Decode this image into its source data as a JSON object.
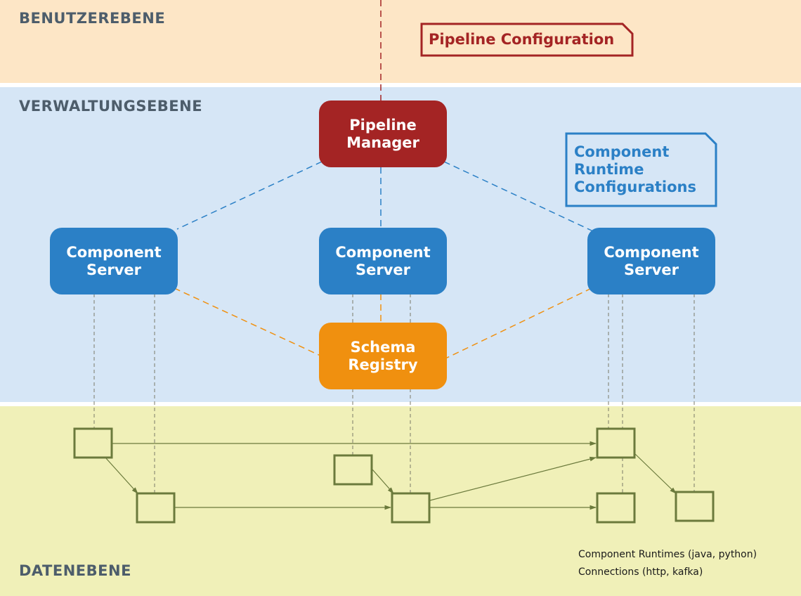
{
  "layers": {
    "user": "BENUTZEREBENE",
    "admin": "VERWALTUNGSEBENE",
    "data": "DATENEBENE"
  },
  "nodes": {
    "pipeline_manager": "Pipeline\nManager",
    "server_left": "Component\nServer",
    "server_center": "Component\nServer",
    "server_right": "Component\nServer",
    "schema_registry": "Schema\nRegistry"
  },
  "notes": {
    "pipeline_configuration": "Pipeline Configuration",
    "component_runtime_configurations": "Component\nRuntime\nConfigurations"
  },
  "legend": {
    "runtimes": "Component Runtimes (java, python)",
    "connections": "Connections (http, kafka)"
  },
  "colors": {
    "user_band": "#fde6c6",
    "admin_band": "#d6e6f6",
    "data_band": "#f0f0b8",
    "manager": "#a42424",
    "server": "#2b80c6",
    "registry": "#f0900f",
    "runtime_box": "#6b7a3c"
  }
}
